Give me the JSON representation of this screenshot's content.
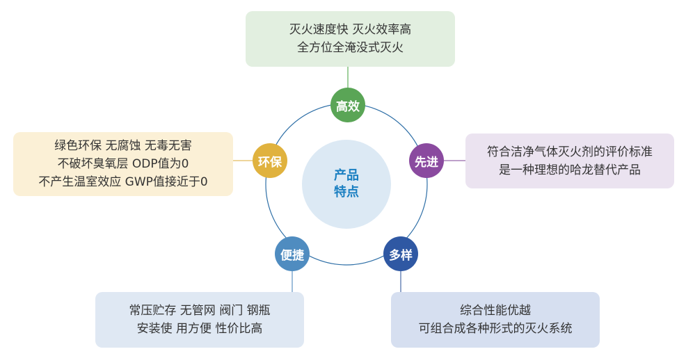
{
  "center": {
    "line1": "产品",
    "line2": "特点"
  },
  "nodes": {
    "gaoxiao": {
      "label": "高效",
      "color": "#5aa556"
    },
    "xianjin": {
      "label": "先进",
      "color": "#8a4a9f"
    },
    "duoyang": {
      "label": "多样",
      "color": "#2f58a3"
    },
    "bianjie": {
      "label": "便捷",
      "color": "#4f8cc0"
    },
    "huanbao": {
      "label": "环保",
      "color": "#e0b23e"
    }
  },
  "boxes": {
    "gaoxiao": {
      "lines": [
        "灭火速度快  灭火效率高",
        "全方位全淹没式灭火"
      ],
      "color": "#e2efe0"
    },
    "xianjin": {
      "lines": [
        "符合洁净气体灭火剂的评价标准",
        "是一种理想的哈龙替代产品"
      ],
      "color": "#ebe3f0"
    },
    "duoyang": {
      "lines": [
        "综合性能优越",
        "可组合成各种形式的灭火系统"
      ],
      "color": "#d6dff0"
    },
    "bianjie": {
      "lines": [
        "常压贮存  无管网  阀门  钢瓶",
        "安装使 用方便  性价比高"
      ],
      "color": "#dfe8f3"
    },
    "huanbao": {
      "lines": [
        "绿色环保  无腐蚀  无毒无害",
        "不破坏臭氧层  ODP值为0",
        "不产生温室效应  GWP值接近于0"
      ],
      "color": "#fbf0d6"
    }
  },
  "colors": {
    "ring": "#2d6ea6",
    "center_fill": "#dce9f4",
    "center_text": "#1a7fc1"
  }
}
